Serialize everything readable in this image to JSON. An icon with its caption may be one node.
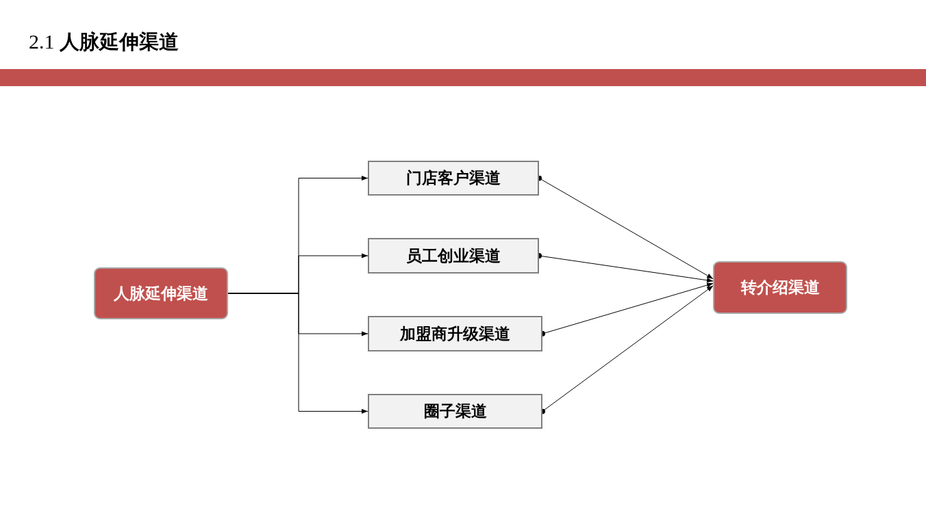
{
  "diagram": {
    "title": "2.1 **人脉延伸渠道**",
    "nodes": [
      {
        "text": [
          "人脉延伸渠道"
        ]
      },
      {
        "text": [
          "门店客户渠道"
        ]
      },
      {
        "text": [
          "员工创业渠道"
        ]
      },
      {
        "text": [
          "加盟商升级渠道"
        ]
      },
      {
        "text": [
          "圈子渠道"
        ]
      },
      {
        "text": [
          "转介绍渠道"
        ]
      }
    ],
    "edges": [
      {
        "from": 0,
        "to": 1,
        "arrow": "to"
      },
      {
        "from": 0,
        "to": 2,
        "arrow": "to"
      },
      {
        "from": 0,
        "to": 3,
        "arrow": "to"
      },
      {
        "from": 0,
        "to": 4,
        "arrow": "to"
      },
      {
        "from": 1,
        "to": 5,
        "arrow": "to"
      },
      {
        "from": 2,
        "to": 5,
        "arrow": "to"
      },
      {
        "from": 3,
        "to": 5,
        "arrow": "to"
      },
      {
        "from": 4,
        "to": 5,
        "arrow": "to"
      }
    ]
  }
}
